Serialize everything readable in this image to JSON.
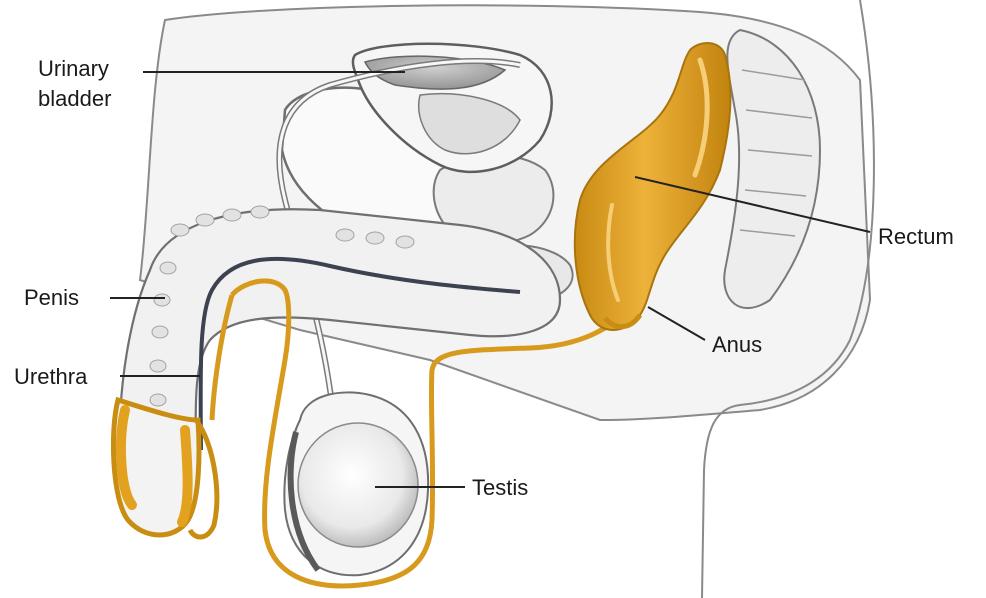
{
  "colors": {
    "highlight": "#E2A21F",
    "highlight_dark": "#B97C0E",
    "outline": "#6E6E6E",
    "tissue": "#F3F3F3",
    "shadow": "#9A9A9A",
    "leader": "#222222"
  },
  "labels": {
    "urinary_bladder_line1": "Urinary",
    "urinary_bladder_line2": "bladder",
    "rectum": "Rectum",
    "penis": "Penis",
    "anus": "Anus",
    "urethra": "Urethra",
    "testis": "Testis"
  }
}
